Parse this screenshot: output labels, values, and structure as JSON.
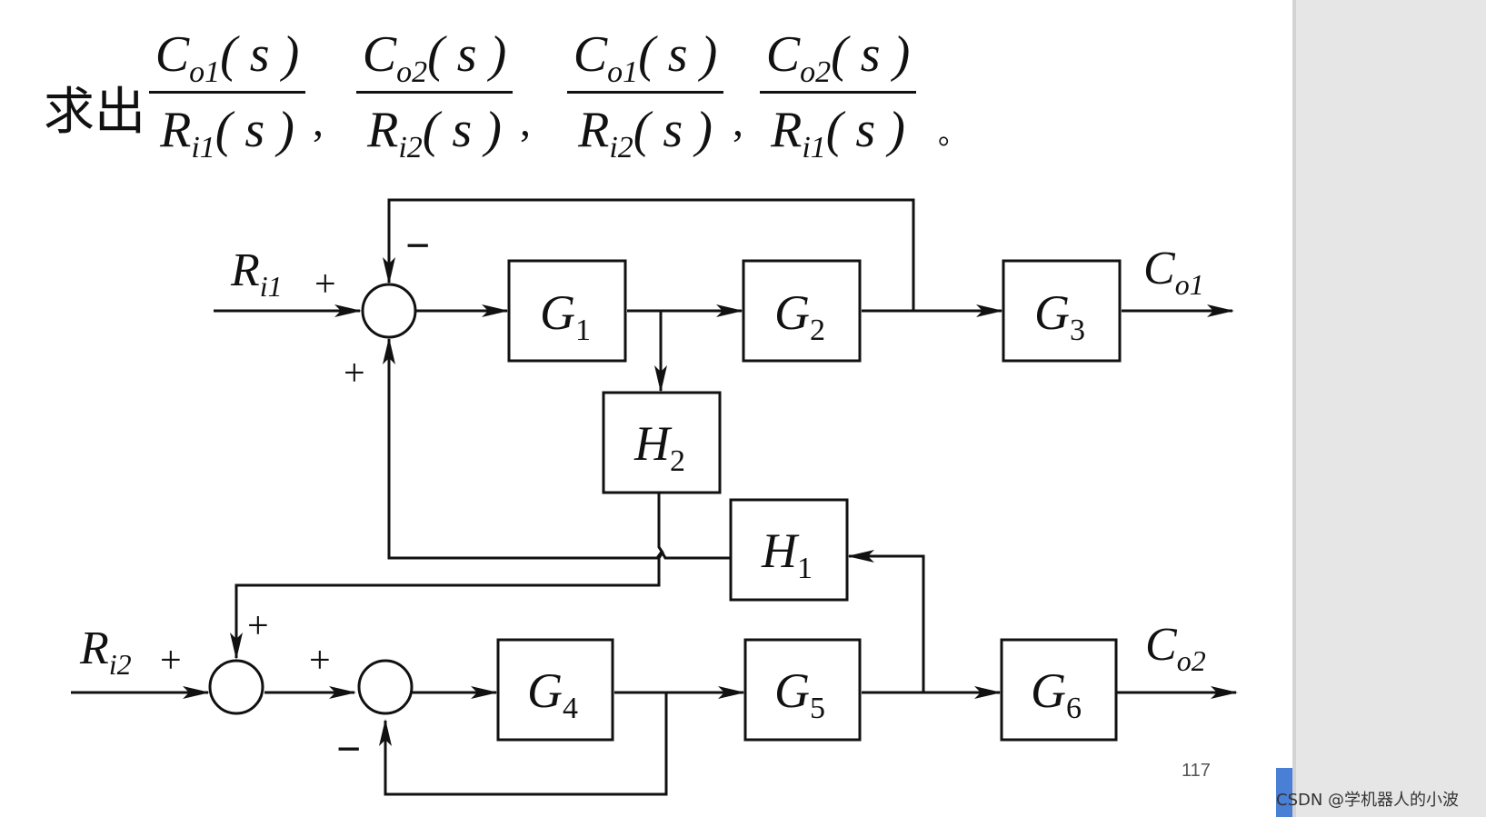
{
  "question": {
    "prefix": "求出",
    "fractions": [
      {
        "num_main": "C",
        "num_sub": "o1",
        "num_arg": "( s )",
        "den_main": "R",
        "den_sub": "i1",
        "den_arg": "( s )"
      },
      {
        "num_main": "C",
        "num_sub": "o2",
        "num_arg": "( s )",
        "den_main": "R",
        "den_sub": "i2",
        "den_arg": "( s )"
      },
      {
        "num_main": "C",
        "num_sub": "o1",
        "num_arg": "( s )",
        "den_main": "R",
        "den_sub": "i2",
        "den_arg": "( s )"
      },
      {
        "num_main": "C",
        "num_sub": "o2",
        "num_arg": "( s )",
        "den_main": "R",
        "den_sub": "i1",
        "den_arg": "( s )"
      }
    ],
    "separator": ",",
    "terminator": "。"
  },
  "diagram": {
    "blocks": {
      "G1": {
        "main": "G",
        "sub": "1"
      },
      "G2": {
        "main": "G",
        "sub": "2"
      },
      "G3": {
        "main": "G",
        "sub": "3"
      },
      "G4": {
        "main": "G",
        "sub": "4"
      },
      "G5": {
        "main": "G",
        "sub": "5"
      },
      "G6": {
        "main": "G",
        "sub": "6"
      },
      "H1": {
        "main": "H",
        "sub": "1"
      },
      "H2": {
        "main": "H",
        "sub": "2"
      }
    },
    "signals": {
      "Ri1": {
        "main": "R",
        "sub": "i1"
      },
      "Ri2": {
        "main": "R",
        "sub": "i2"
      },
      "Co1": {
        "main": "C",
        "sub": "o1"
      },
      "Co2": {
        "main": "C",
        "sub": "o2"
      }
    },
    "signs": {
      "s1_left": "+",
      "s1_top": "−",
      "s1_bottom": "+",
      "s2_left": "+",
      "s2_top": "+",
      "s3_left": "+",
      "s3_bottom": "−"
    }
  },
  "footer": {
    "page_number": "117",
    "watermark": "CSDN @学机器人的小波"
  }
}
